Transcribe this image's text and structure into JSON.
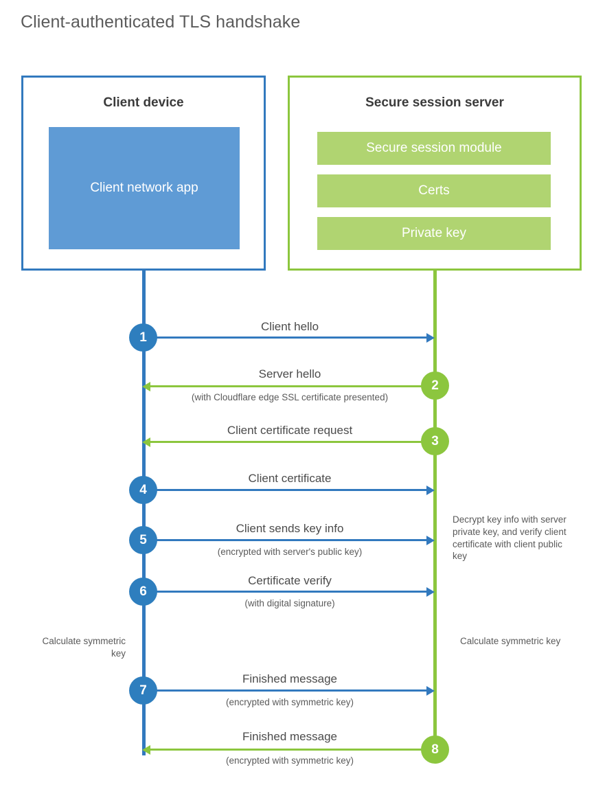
{
  "title": "Client-authenticated TLS handshake",
  "colors": {
    "client_accent": "#3279be",
    "client_fill": "#5f9bd5",
    "server_accent": "#8cc63e",
    "server_fill": "#b0d471",
    "badge_blue": "#2e7ebe",
    "badge_green": "#8cc63e",
    "title_text": "#5b5b5b",
    "body_text": "#4b4b4b",
    "background": "#ffffff"
  },
  "actors": {
    "client": {
      "title": "Client device",
      "block_label": "Client network app"
    },
    "server": {
      "title": "Secure session server",
      "bars": [
        "Secure session module",
        "Certs",
        "Private key"
      ]
    }
  },
  "steps": [
    {
      "number": "1",
      "label": "Client hello",
      "sublabel": "",
      "direction": "client-to-server",
      "side": "client",
      "color": "blue"
    },
    {
      "number": "2",
      "label": "Server hello",
      "sublabel": "(with Cloudflare edge SSL certificate presented)",
      "direction": "server-to-client",
      "side": "server",
      "color": "green"
    },
    {
      "number": "3",
      "label": "Client certificate request",
      "sublabel": "",
      "direction": "server-to-client",
      "side": "server",
      "color": "green"
    },
    {
      "number": "4",
      "label": "Client certificate",
      "sublabel": "",
      "direction": "client-to-server",
      "side": "client",
      "color": "blue"
    },
    {
      "number": "5",
      "label": "Client sends key info",
      "sublabel": "(encrypted with server's public key)",
      "direction": "client-to-server",
      "side": "client",
      "color": "blue"
    },
    {
      "number": "6",
      "label": "Certificate verify",
      "sublabel": "(with digital signature)",
      "direction": "client-to-server",
      "side": "client",
      "color": "blue"
    },
    {
      "number": "7",
      "label": "Finished message",
      "sublabel": "(encrypted with symmetric key)",
      "direction": "client-to-server",
      "side": "client",
      "color": "blue"
    },
    {
      "number": "8",
      "label": "Finished message",
      "sublabel": "(encrypted with symmetric key)",
      "direction": "server-to-client",
      "side": "server",
      "color": "green"
    }
  ],
  "notes": {
    "server_decrypt": "Decrypt key info with server private key, and verify client certificate with client public key",
    "client_calculate": "Calculate symmetric key",
    "server_calculate": "Calculate symmetric key"
  }
}
